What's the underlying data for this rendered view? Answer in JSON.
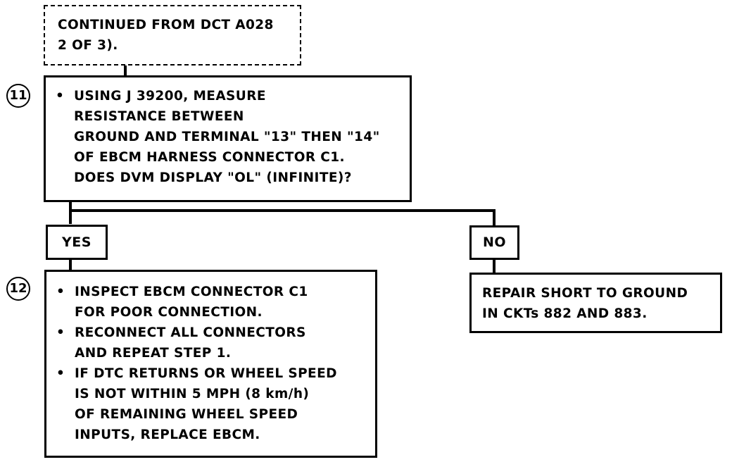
{
  "start": {
    "lines": [
      "CONTINUED FROM DCT A028",
      "2 OF 3)."
    ]
  },
  "step11": {
    "number": "11",
    "text": [
      "USING J 39200, MEASURE",
      "RESISTANCE BETWEEN",
      "GROUND AND TERMINAL \"13\" THEN \"14\"",
      "OF EBCM HARNESS CONNECTOR C1.",
      "DOES DVM DISPLAY \"OL\" (INFINITE)?"
    ]
  },
  "branches": {
    "yes_label": "YES",
    "no_label": "NO"
  },
  "step12": {
    "number": "12",
    "bullets": [
      {
        "lines": [
          "INSPECT EBCM CONNECTOR C1",
          "FOR POOR CONNECTION."
        ]
      },
      {
        "lines": [
          "RECONNECT ALL CONNECTORS",
          "AND REPEAT STEP 1."
        ]
      },
      {
        "lines": [
          "IF DTC RETURNS OR WHEEL SPEED",
          "IS NOT WITHIN 5 MPH (8 km/h)",
          "OF REMAINING WHEEL SPEED",
          "INPUTS, REPLACE EBCM."
        ]
      }
    ]
  },
  "no_result": {
    "lines": [
      "REPAIR SHORT TO GROUND",
      "IN CKTs 882 AND 883."
    ]
  }
}
